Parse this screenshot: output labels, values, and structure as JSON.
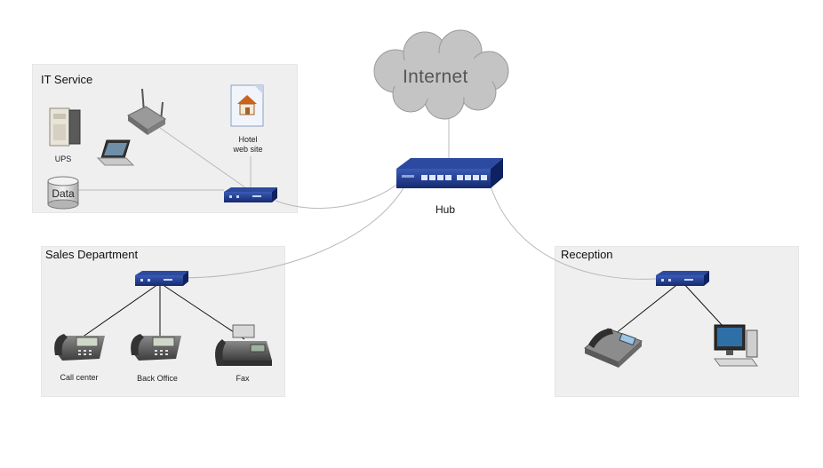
{
  "zones": {
    "it_service": "IT Service",
    "sales": "Sales Department",
    "reception": "Reception"
  },
  "internet": "Internet",
  "hub": "Hub",
  "devices": {
    "ups": "UPS",
    "data": "Data",
    "hotel_site_line1": "Hotel",
    "hotel_site_line2": "web site",
    "call_center": "Call center",
    "back_office": "Back Office",
    "fax": "Fax"
  },
  "colors": {
    "zone_bg": "#efefef",
    "switch_blue": "#1c3a8c",
    "cloud_gray": "#c4c4c4",
    "link_gray": "#b9b9b9",
    "link_black": "#111111"
  }
}
